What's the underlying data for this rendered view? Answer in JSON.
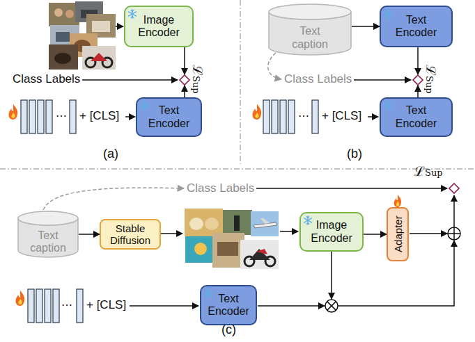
{
  "diagram": {
    "nodes": [
      {
        "text": [
          "Image Encoder"
        ]
      },
      {
        "text": [
          "ℒSup"
        ]
      },
      {
        "text": [
          "Text Encoder"
        ]
      },
      {
        "text": [
          "Text caption"
        ]
      },
      {
        "text": [
          "Text Encoder"
        ]
      },
      {
        "text": [
          "ℒSup"
        ]
      },
      {
        "text": [
          "Text Encoder"
        ]
      },
      {
        "text": [
          "ℒSup"
        ]
      },
      {
        "text": [
          "Text caption"
        ]
      },
      {
        "text": [
          "Stable Diffusion"
        ]
      },
      {
        "text": [
          "Image Encoder"
        ]
      },
      {
        "text": [
          "Adapter"
        ]
      },
      {
        "text": [
          "Text Encoder"
        ]
      }
    ],
    "edges": [
      {
        "from": 0,
        "to": 1,
        "arrow": "to"
      },
      {
        "from": 2,
        "to": 1,
        "arrow": "to"
      },
      {
        "from": 3,
        "to": 4,
        "arrow": "to"
      },
      {
        "from": 4,
        "to": 5,
        "arrow": "to"
      },
      {
        "from": 6,
        "to": 5,
        "arrow": "to"
      },
      {
        "from": 8,
        "to": 9,
        "arrow": "to"
      },
      {
        "from": 10,
        "to": 11,
        "arrow": "to"
      }
    ],
    "labels": [
      "Class Labels",
      "⋯",
      "+ [CLS]",
      "(a)",
      "Class Labels",
      "⋯",
      "+ [CLS]",
      "(b)",
      "Class Labels",
      "⋯",
      "+ [CLS]",
      "(c)"
    ]
  }
}
